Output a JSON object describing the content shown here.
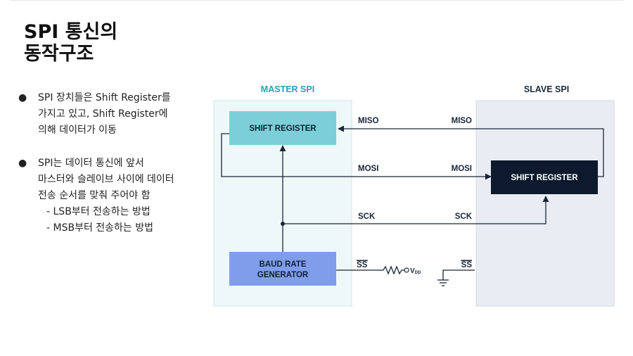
{
  "title": {
    "line1": "SPI 통신의",
    "line2": "동작구조"
  },
  "bullets": [
    {
      "marker": "●",
      "lines": [
        "SPI 장치들은 Shift Register를",
        "가지고 있고, Shift Register에",
        "의해 데이터가 이동"
      ]
    },
    {
      "marker": "●",
      "lines": [
        "SPI는 데이터 통신에 앞서",
        "마스터와 슬레이브 사이에 데이터",
        "전송 순서를 맞춰 주어야 함"
      ],
      "sub_items": [
        "- LSB부터 전송하는 방법",
        "- MSB부터 전송하는 방법"
      ]
    }
  ],
  "diagram": {
    "master_label": "MASTER SPI",
    "slave_label": "SLAVE SPI",
    "master_shift_register": "SHIFT REGISTER",
    "slave_shift_register": "SHIFT REGISTER",
    "baud_rate_generator": [
      "BAUD RATE",
      "GENERATOR"
    ],
    "signals": {
      "miso_master": "MISO",
      "miso_slave": "MISO",
      "mosi_master": "MOSI",
      "mosi_slave": "MOSI",
      "sck_master": "SCK",
      "sck_slave": "SCK",
      "ss_master": "SS",
      "ss_slave": "SS",
      "vdd": "V",
      "vdd_sub": "DD"
    },
    "colors": {
      "master_bg": "#eef8f9",
      "master_border": "#cde6ea",
      "slave_bg": "#eaecf4",
      "slave_border": "#d4d8e6",
      "master_label": "#2aa0b0",
      "slave_label": "#1b2a3f",
      "master_shift_fill": "#7ccfd8",
      "slave_shift_fill": "#0d1a2d",
      "baud_fill": "#7f9dea",
      "wire": "#1a2638"
    }
  }
}
